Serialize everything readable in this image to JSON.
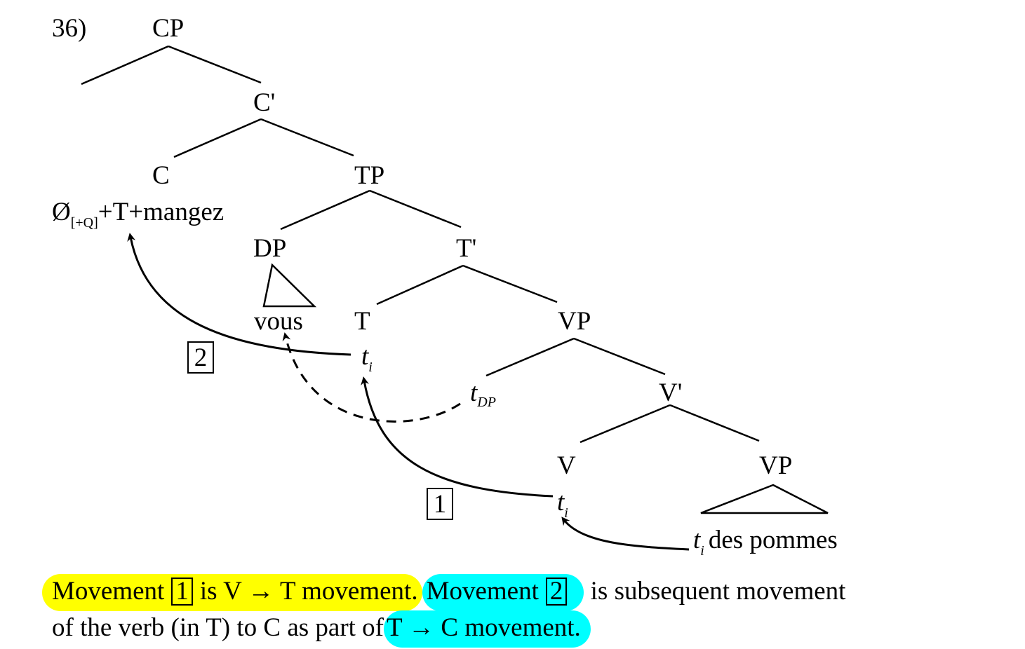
{
  "example_number": "36)",
  "nodes": {
    "cp": "CP",
    "c_bar": "C'",
    "c": "C",
    "tp": "TP",
    "c_content_null": "Ø",
    "c_content_feature": "[+Q]",
    "c_content_rest": "+T+mangez",
    "dp": "DP",
    "vous": "vous",
    "t_bar": "T'",
    "t": "T",
    "vp_upper": "VP",
    "v_bar": "V'",
    "v": "V",
    "vp_lower": "VP",
    "trace_letter": "t",
    "trace_index": "i",
    "trace_dp_index": "DP",
    "des_pommes": "des pommes"
  },
  "movement_labels": {
    "one": "1",
    "two": "2"
  },
  "caption": {
    "line1_a": "Movement",
    "box1": "1",
    "line1_b": "is V → T movement.",
    "line1_c": "Movement",
    "box2": "2",
    "line1_d": "is subsequent movement",
    "line2_a": "of the verb (in T) to C as part of",
    "line2_b": "T → C movement."
  },
  "colors": {
    "highlight_yellow": "#ffff00",
    "highlight_cyan": "#00ffff",
    "highlight_overlap": "#00e000"
  }
}
